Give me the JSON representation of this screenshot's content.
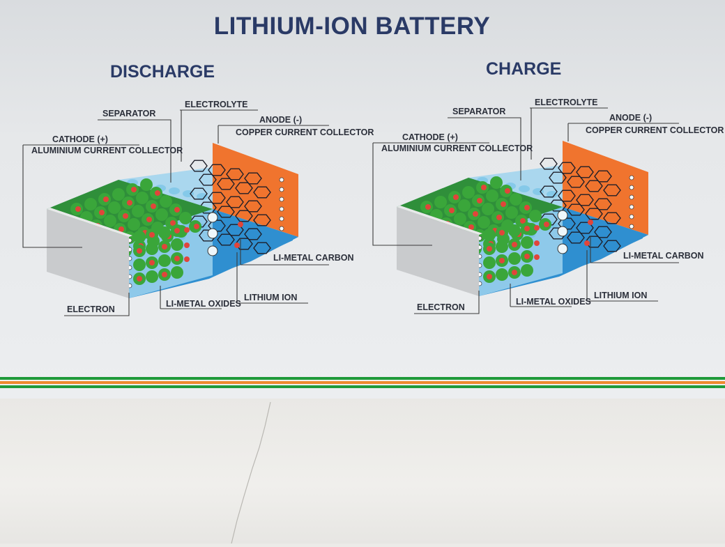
{
  "title": "LITHIUM-ION BATTERY",
  "panels": [
    {
      "heading": "DISCHARGE",
      "labels": {
        "separator": "SEPARATOR",
        "electrolyte": "ELECTROLYTE",
        "anode": "ANODE (-)",
        "copper": "COPPER CURRENT COLLECTOR",
        "cathode": "CATHODE (+)",
        "aluminium": "ALUMINIUM CURRENT COLLECTOR",
        "li_metal_carbon": "LI-METAL CARBON",
        "lithium_ion": "LITHIUM ION",
        "li_metal_oxides": "LI-METAL OXIDES",
        "electron": "ELECTRON"
      }
    },
    {
      "heading": "CHARGE",
      "labels": {
        "separator": "SEPARATOR",
        "electrolyte": "ELECTROLYTE",
        "anode": "ANODE (-)",
        "copper": "COPPER CURRENT COLLECTOR",
        "cathode": "CATHODE (+)",
        "aluminium": "ALUMINIUM CURRENT COLLECTOR",
        "li_metal_carbon": "LI-METAL CARBON",
        "lithium_ion": "LITHIUM ION",
        "li_metal_oxides": "LI-METAL OXIDES",
        "electron": "ELECTRON"
      }
    }
  ],
  "colors": {
    "title": "#2a3a66",
    "cathode_balls": "#3aa63a",
    "lithium": "#e0453a",
    "separator": "#9fd3ee",
    "anode": "#f0742e",
    "carbon": "#2f8fd0",
    "current_collector": "#c9cbcd",
    "stripe_green": "#1f9a3a",
    "stripe_orange": "#ee8a2e"
  }
}
